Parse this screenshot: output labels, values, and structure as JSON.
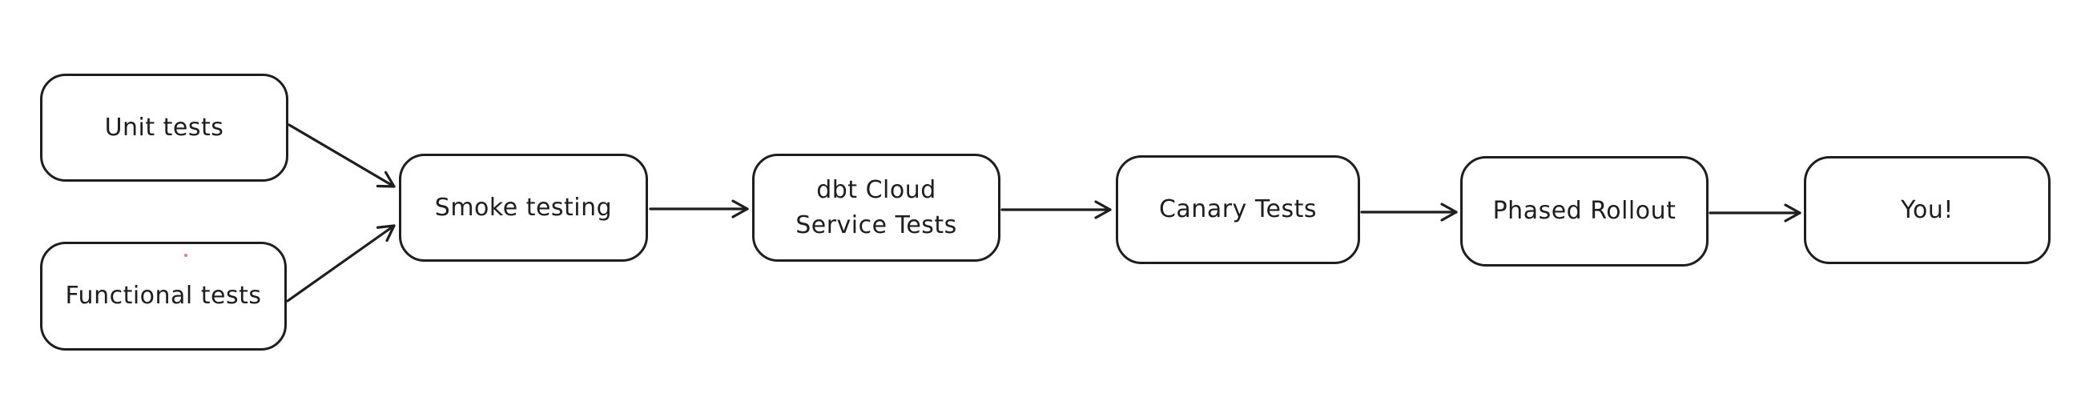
{
  "diagram": {
    "background_color": "#ffffff",
    "stroke_color": "#1e1e1e",
    "style": "hand-drawn flowchart",
    "nodes": [
      {
        "id": "unit-tests",
        "label": "Unit tests"
      },
      {
        "id": "functional-tests",
        "label": "Functional tests"
      },
      {
        "id": "smoke-testing",
        "label": "Smoke testing"
      },
      {
        "id": "dbt-cloud-service-tests",
        "label": "dbt Cloud\nService Tests"
      },
      {
        "id": "canary-tests",
        "label": "Canary Tests"
      },
      {
        "id": "phased-rollout",
        "label": "Phased Rollout"
      },
      {
        "id": "you",
        "label": "You!"
      }
    ],
    "edges": [
      {
        "from": "unit-tests",
        "to": "smoke-testing"
      },
      {
        "from": "functional-tests",
        "to": "smoke-testing"
      },
      {
        "from": "smoke-testing",
        "to": "dbt-cloud-service-tests"
      },
      {
        "from": "dbt-cloud-service-tests",
        "to": "canary-tests"
      },
      {
        "from": "canary-tests",
        "to": "phased-rollout"
      },
      {
        "from": "phased-rollout",
        "to": "you"
      }
    ]
  }
}
